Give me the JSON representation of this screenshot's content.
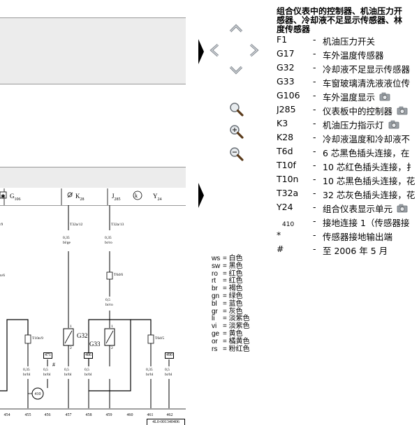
{
  "legend": {
    "title_lines": [
      "组合仪表中的控制器、机油压力开",
      "感器、冷却液不足显示传感器、林",
      "度传感器"
    ],
    "items": [
      {
        "code": "F1",
        "desc": "机油压力开关",
        "camera": false
      },
      {
        "code": "G17",
        "desc": "车外温度传感器",
        "camera": false
      },
      {
        "code": "G32",
        "desc": "冷却液不足显示传感器",
        "camera": false
      },
      {
        "code": "G33",
        "desc": "车窗玻璃清洗液液位传",
        "camera": false
      },
      {
        "code": "G106",
        "desc": "车外温度显示",
        "camera": true
      },
      {
        "code": "J285",
        "desc": "仪表板中的控制器",
        "camera": true
      },
      {
        "code": "K3",
        "desc": "机油压力指示灯",
        "camera": true
      },
      {
        "code": "K28",
        "desc": "冷却液温度和冷却液不",
        "camera": false
      },
      {
        "code": "T6d",
        "desc": "6 芯黑色插头连接，在",
        "camera": false
      },
      {
        "code": "T10f",
        "desc": "10 芯红色插头连接，扌",
        "camera": false
      },
      {
        "code": "T10n",
        "desc": "10 芯黑色插头连接，花",
        "camera": false
      },
      {
        "code": "T32a",
        "desc": "32 芯灰色插头连接，花",
        "camera": false
      },
      {
        "code": "Y24",
        "desc": "组合仪表显示单元",
        "camera": true
      },
      {
        "code": "410",
        "desc": "接地连接 1（传感器接",
        "camera": false,
        "small": true
      },
      {
        "code": "*",
        "desc": "传感器接地输出端",
        "camera": false
      },
      {
        "code": "#",
        "desc": "至 2006 年 5 月",
        "camera": false
      }
    ]
  },
  "color_legend": [
    {
      "code": "ws",
      "name": "白色"
    },
    {
      "code": "sw",
      "name": "黑色"
    },
    {
      "code": "ro",
      "name": "红色"
    },
    {
      "code": "rt",
      "name": "红色"
    },
    {
      "code": "br",
      "name": "褐色"
    },
    {
      "code": "gn",
      "name": "绿色"
    },
    {
      "code": "bl",
      "name": "蓝色"
    },
    {
      "code": "gr",
      "name": "灰色"
    },
    {
      "code": "li",
      "name": "淡紫色"
    },
    {
      "code": "vi",
      "name": "淡紫色"
    },
    {
      "code": "ge",
      "name": "黄色"
    },
    {
      "code": "or",
      "name": "橘黄色"
    },
    {
      "code": "rs",
      "name": "粉红色"
    }
  ],
  "diagram": {
    "components": {
      "g106": "G",
      "g106_sub": "106",
      "k28": "K",
      "k28_sub": "28",
      "j285": "J",
      "j285_sub": "285",
      "y24": "Y",
      "y24_sub": "24"
    },
    "pin_labels": {
      "left_top": "/9",
      "left_mid": "n/6",
      "k28_pin": "T32a/12",
      "j285_pin": "T32a/13",
      "t10n9": "T10n/9",
      "t6d6": "T6d/6",
      "t6d5": "T6d/5",
      "g32": "G32",
      "g33": "G33",
      "p1a": "1",
      "p2a": "2",
      "p1b": "1",
      "p2b": "2",
      "hash": "#"
    },
    "wire_labels": {
      "k28_size": "0,35",
      "k28_color": "bl/ge",
      "j285_size": "0,35",
      "j285_color": "br/ro",
      "mid_size": "0,5",
      "mid_color": "br/ro",
      "b1_size": "0,35",
      "b1_color": "br/bl",
      "b2_size": "0,5",
      "b2_color": "br/bl",
      "b3_size": "0,5",
      "b3_color": "br/bl",
      "b4_size": "0,5",
      "b4_color": "br/bl",
      "b5_size": "0,35",
      "b5_color": "br/bl",
      "b6_size": "0,5",
      "b6_color": "br/bl"
    },
    "refs": {
      "r471": "471",
      "r486": "486",
      "r490": "490"
    },
    "ground": "410",
    "axis": [
      "454",
      "455",
      "456",
      "457",
      "458",
      "459",
      "460",
      "461",
      "462"
    ],
    "ref_code": "4L0-001340406"
  }
}
